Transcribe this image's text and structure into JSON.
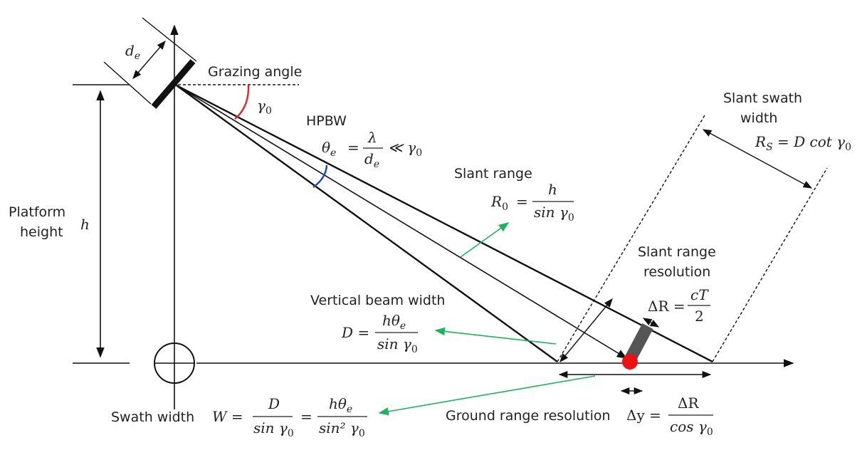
{
  "labels": {
    "grazing_angle": "Grazing angle",
    "hpbw": "HPBW",
    "slant_range": "Slant range",
    "slant_swath_width_1": "Slant swath",
    "slant_swath_width_2": "width",
    "platform_height_1": "Platform",
    "platform_height_2": "height",
    "slant_range_resolution_1": "Slant range",
    "slant_range_resolution_2": "resolution",
    "vertical_beam_width": "Vertical beam width",
    "swath_width": "Swath width",
    "ground_range_resolution": "Ground range resolution"
  },
  "symbols": {
    "de": "d",
    "de_sub": "e",
    "h": "h",
    "gamma0": "γ",
    "gamma0_sub": "0"
  },
  "formulas": {
    "hpbw_lhs": "θ",
    "hpbw_lhs_sub": "e",
    "hpbw_eq": "=",
    "hpbw_num": "λ",
    "hpbw_den": "d",
    "hpbw_den_sub": "e",
    "hpbw_rhs": "≪ γ",
    "hpbw_rhs_sub": "0",
    "rs_lhs": "R",
    "rs_lhs_sub": "S",
    "rs_rhs": "= D cot γ",
    "rs_rhs_sub": "0",
    "r0_lhs": "R",
    "r0_lhs_sub": "0",
    "r0_eq": "=",
    "r0_num": "h",
    "r0_den": "sin γ",
    "r0_den_sub": "0",
    "dr_lhs": "ΔR =",
    "dr_num": "cT",
    "dr_den": "2",
    "d_lhs": "D =",
    "d_num": "hθ",
    "d_num_sub": "e",
    "d_den": "sin γ",
    "d_den_sub": "0",
    "w_lhs": "W =",
    "w_num1": "D",
    "w_den1": "sin γ",
    "w_den1_sub": "0",
    "w_eq2": "=",
    "w_num2": "hθ",
    "w_num2_sub": "e",
    "w_den2": "sin² γ",
    "w_den2_sub": "0",
    "dy_lhs": "Δy =",
    "dy_num": "ΔR",
    "dy_den": "cos γ",
    "dy_den_sub": "0"
  },
  "colors": {
    "line": "#111111",
    "grazing_arc": "#e8202a",
    "beam_arc": "#1f47c8",
    "pointer": "#1cb35a",
    "target": "#ee1111",
    "resolution_bar": "#555555"
  }
}
